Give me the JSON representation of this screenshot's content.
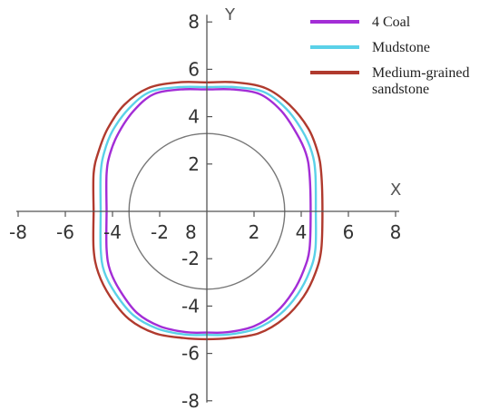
{
  "chart_data": {
    "type": "line",
    "title": "",
    "xlabel": "X",
    "ylabel": "Y",
    "xlim": [
      -8,
      8
    ],
    "ylim": [
      -8,
      8
    ],
    "x_ticks": [
      -8,
      -6,
      -4,
      -2,
      2,
      4,
      6,
      8
    ],
    "y_ticks": [
      -8,
      -6,
      -4,
      -2,
      2,
      4,
      6,
      8
    ],
    "origin_label": "8",
    "grid": false,
    "legend_position": "top-right",
    "reference_circle": {
      "center": [
        0,
        0
      ],
      "radius": 3.3,
      "color": "#777777"
    },
    "series": [
      {
        "name": "Medium-grained sandstone",
        "legend_lines": [
          "Medium-grained",
          "sandstone"
        ],
        "color": "#b03a2e",
        "points": [
          [
            -4.8,
            0
          ],
          [
            -4.8,
            1.6
          ],
          [
            -4.6,
            2.5
          ],
          [
            -4.2,
            3.5
          ],
          [
            -3.5,
            4.5
          ],
          [
            -2.5,
            5.2
          ],
          [
            -1.2,
            5.45
          ],
          [
            0,
            5.45
          ],
          [
            1.2,
            5.45
          ],
          [
            2.5,
            5.2
          ],
          [
            3.5,
            4.5
          ],
          [
            4.3,
            3.5
          ],
          [
            4.7,
            2.5
          ],
          [
            4.85,
            1.6
          ],
          [
            4.9,
            0
          ],
          [
            4.85,
            -1.6
          ],
          [
            4.6,
            -2.6
          ],
          [
            4.1,
            -3.6
          ],
          [
            3.3,
            -4.5
          ],
          [
            2.2,
            -5.15
          ],
          [
            1.0,
            -5.35
          ],
          [
            0,
            -5.4
          ],
          [
            -1.0,
            -5.35
          ],
          [
            -2.2,
            -5.15
          ],
          [
            -3.3,
            -4.55
          ],
          [
            -4.1,
            -3.6
          ],
          [
            -4.6,
            -2.6
          ],
          [
            -4.8,
            -1.6
          ],
          [
            -4.8,
            0
          ]
        ]
      },
      {
        "name": "Mudstone",
        "legend_lines": [
          "Mudstone"
        ],
        "color": "#5ad1e8",
        "points": [
          [
            -4.5,
            0
          ],
          [
            -4.5,
            1.6
          ],
          [
            -4.35,
            2.5
          ],
          [
            -4.0,
            3.4
          ],
          [
            -3.3,
            4.35
          ],
          [
            -2.4,
            5.05
          ],
          [
            -1.15,
            5.25
          ],
          [
            0,
            5.25
          ],
          [
            1.15,
            5.25
          ],
          [
            2.4,
            5.05
          ],
          [
            3.35,
            4.35
          ],
          [
            4.05,
            3.4
          ],
          [
            4.45,
            2.5
          ],
          [
            4.6,
            1.6
          ],
          [
            4.62,
            0
          ],
          [
            4.6,
            -1.6
          ],
          [
            4.35,
            -2.55
          ],
          [
            3.85,
            -3.5
          ],
          [
            3.1,
            -4.35
          ],
          [
            2.1,
            -4.95
          ],
          [
            0.95,
            -5.2
          ],
          [
            0,
            -5.22
          ],
          [
            -0.95,
            -5.2
          ],
          [
            -2.1,
            -4.95
          ],
          [
            -3.1,
            -4.4
          ],
          [
            -3.85,
            -3.5
          ],
          [
            -4.35,
            -2.55
          ],
          [
            -4.5,
            -1.6
          ],
          [
            -4.5,
            0
          ]
        ]
      },
      {
        "name": "4 Coal",
        "legend_lines": [
          "4 Coal"
        ],
        "color": "#a32dd6",
        "points": [
          [
            -4.25,
            0
          ],
          [
            -4.25,
            1.6
          ],
          [
            -4.1,
            2.45
          ],
          [
            -3.75,
            3.3
          ],
          [
            -3.1,
            4.25
          ],
          [
            -2.25,
            4.95
          ],
          [
            -1.1,
            5.15
          ],
          [
            0,
            5.15
          ],
          [
            1.1,
            5.15
          ],
          [
            2.25,
            4.95
          ],
          [
            3.15,
            4.25
          ],
          [
            3.8,
            3.3
          ],
          [
            4.2,
            2.45
          ],
          [
            4.35,
            1.6
          ],
          [
            4.4,
            0
          ],
          [
            4.35,
            -1.6
          ],
          [
            4.1,
            -2.5
          ],
          [
            3.65,
            -3.4
          ],
          [
            2.95,
            -4.25
          ],
          [
            2.0,
            -4.85
          ],
          [
            0.9,
            -5.1
          ],
          [
            0,
            -5.12
          ],
          [
            -0.9,
            -5.1
          ],
          [
            -2.0,
            -4.85
          ],
          [
            -2.95,
            -4.3
          ],
          [
            -3.65,
            -3.4
          ],
          [
            -4.1,
            -2.5
          ],
          [
            -4.25,
            -1.6
          ],
          [
            -4.25,
            0
          ]
        ]
      }
    ],
    "legend_order": [
      "4 Coal",
      "Mudstone",
      "Medium-grained sandstone"
    ]
  }
}
